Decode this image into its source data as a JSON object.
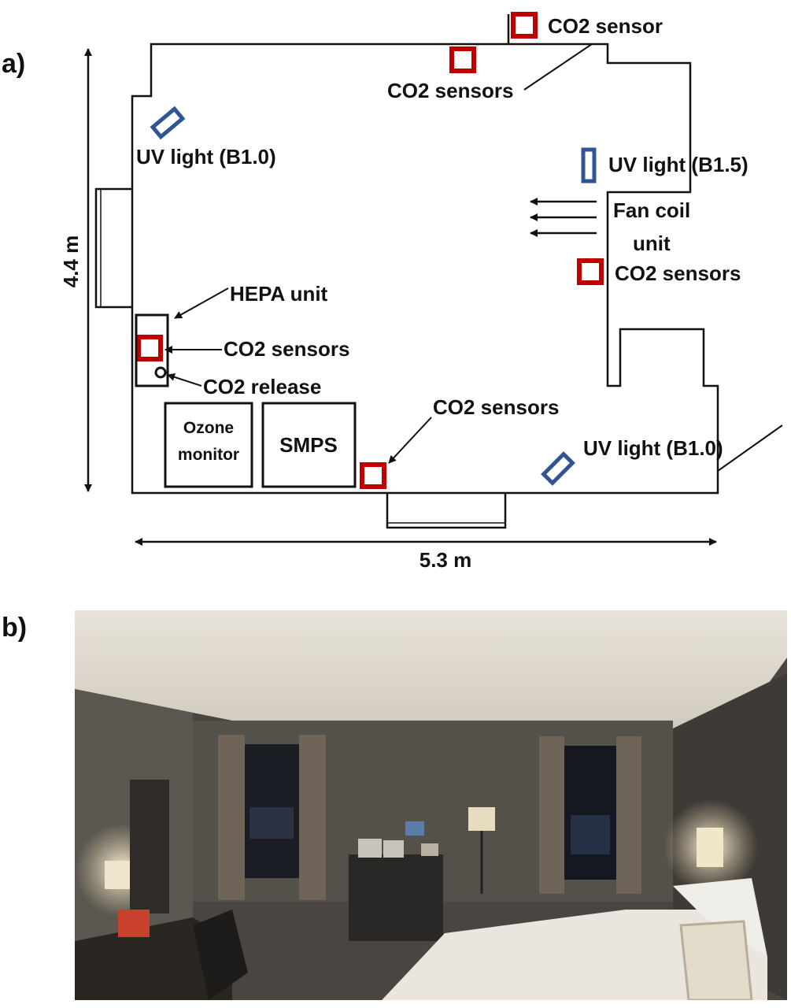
{
  "panel_a": {
    "panel_label": "a)",
    "height_dimension": "4.4 m",
    "width_dimension": "5.3 m",
    "labels": {
      "co2_sensor_top": "CO2 sensor",
      "co2_sensors_top": "CO2 sensors",
      "uv_light_left": "UV light (B1.0)",
      "uv_light_right": "UV light (B1.5)",
      "fan_coil_line1": "Fan coil",
      "fan_coil_line2": "unit",
      "co2_sensors_right": "CO2 sensors",
      "hepa_unit": "HEPA unit",
      "co2_sensors_left": "CO2 sensors",
      "co2_release": "CO2 release",
      "co2_sensors_bottom": "CO2 sensors",
      "uv_light_bottom": "UV light (B1.0)",
      "ozone_line1": "Ozone",
      "ozone_line2": "monitor",
      "smps": "SMPS"
    },
    "colors": {
      "co2_sensor": "#c00000",
      "uv_light": "#2f5597",
      "outline": "#111111"
    }
  },
  "panel_b": {
    "panel_label": "b)"
  }
}
